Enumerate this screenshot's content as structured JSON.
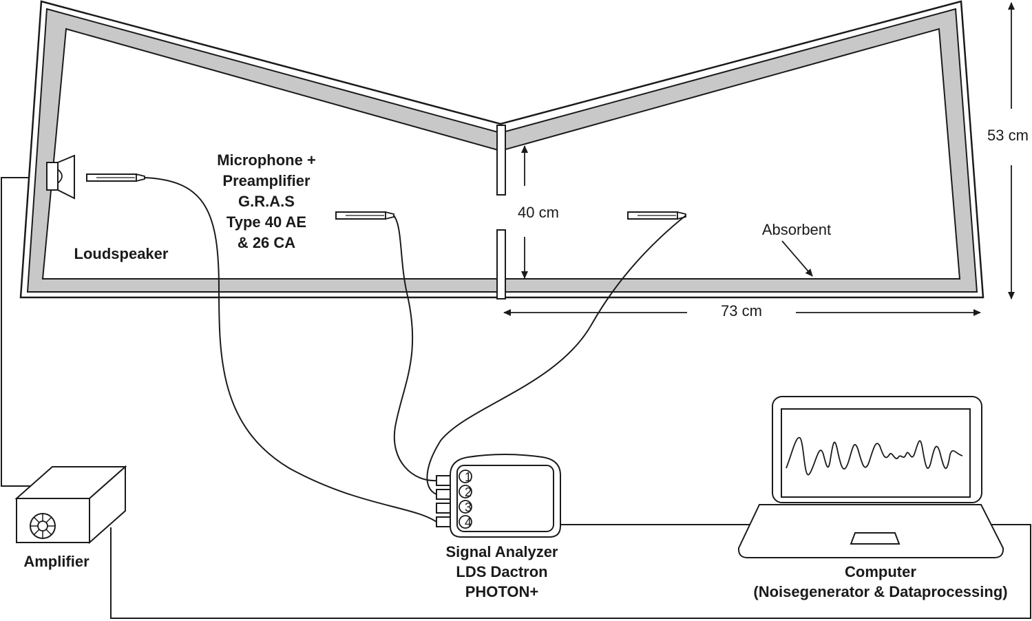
{
  "labels": {
    "microphone": [
      "Microphone +",
      "Preamplifier",
      "G.R.A.S",
      "Type 40 AE",
      "& 26 CA"
    ],
    "loudspeaker": "Loudspeaker",
    "absorbent": "Absorbent",
    "dim_40": "40 cm",
    "dim_53": "53 cm",
    "dim_73": "73 cm",
    "amplifier": "Amplifier",
    "analyzer": [
      "Signal Analyzer",
      "LDS Dactron",
      "PHOTON+"
    ],
    "computer": [
      "Computer",
      "(Noisegenerator & Dataprocessing)"
    ],
    "channels": [
      "1",
      "2",
      "3",
      "4"
    ]
  },
  "colors": {
    "absorbent": "#c8c8c8",
    "line": "#1a1a1a",
    "background": "#ffffff"
  }
}
